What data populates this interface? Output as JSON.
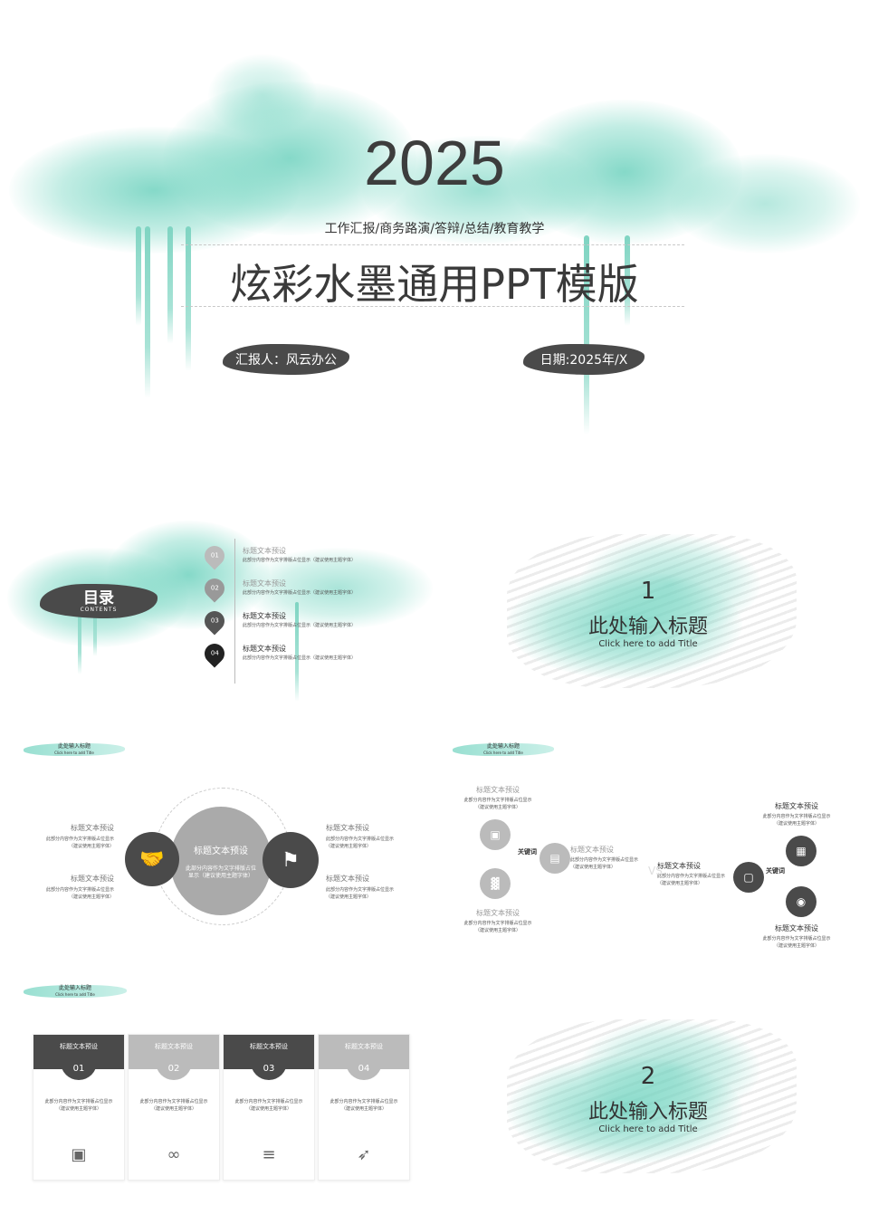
{
  "cover": {
    "year": "2025",
    "subtitle": "工作汇报/商务路演/答辩/总结/教育教学",
    "title": "炫彩水墨通用PPT模版",
    "reporter": "汇报人：风云办公",
    "date": "日期:2025年/X"
  },
  "toc": {
    "title": "目录",
    "title_en": "CONTENTS",
    "items": [
      {
        "num": "01",
        "title": "标题文本预设",
        "desc": "此部分内容作为文字排版占位显示（建议使用主题字体）"
      },
      {
        "num": "02",
        "title": "标题文本预设",
        "desc": "此部分内容作为文字排版占位显示（建议使用主题字体）"
      },
      {
        "num": "03",
        "title": "标题文本预设",
        "desc": "此部分内容作为文字排版占位显示（建议使用主题字体）"
      },
      {
        "num": "04",
        "title": "标题文本预设",
        "desc": "此部分内容作为文字排版占位显示（建议使用主题字体）"
      }
    ]
  },
  "section1": {
    "num": "1",
    "title": "此处输入标题",
    "sub": "Click here to add Title"
  },
  "section2": {
    "num": "2",
    "title": "此处输入标题",
    "sub": "Click here to add Title"
  },
  "tag": {
    "cn": "此处输入标题",
    "en": "Click here to add Title"
  },
  "slide_circle": {
    "center_title": "标题文本预设",
    "center_desc": "此部分内容作为文字排版占位显示（建议使用主题字体）",
    "items": [
      {
        "title": "标题文本预设",
        "desc1": "此部分内容作为文字排版占位显示",
        "desc2": "（建议使用主题字体）"
      },
      {
        "title": "标题文本预设",
        "desc1": "此部分内容作为文字排版占位显示",
        "desc2": "（建议使用主题字体）"
      },
      {
        "title": "标题文本预设",
        "desc1": "此部分内容作为文字排版占位显示",
        "desc2": "（建议使用主题字体）"
      },
      {
        "title": "标题文本预设",
        "desc1": "此部分内容作为文字排版占位显示",
        "desc2": "（建议使用主题字体）"
      }
    ]
  },
  "slide_vs": {
    "keyword": "关键词",
    "vs": "VS",
    "item_title": "标题文本预设",
    "desc1": "此部分内容作为文字排版占位显示",
    "desc2": "（建议使用主题字体）"
  },
  "slide_cards": {
    "cards": [
      {
        "title": "标题文本预设",
        "num": "01",
        "desc1": "此部分内容作为文字排版占位显示",
        "desc2": "（建议使用主题字体）",
        "icon": "presentation-icon",
        "dark": true
      },
      {
        "title": "标题文本预设",
        "num": "02",
        "desc1": "此部分内容作为文字排版占位显示",
        "desc2": "（建议使用主题字体）",
        "icon": "binoculars-icon",
        "dark": false
      },
      {
        "title": "标题文本预设",
        "num": "03",
        "desc1": "此部分内容作为文字排版占位显示",
        "desc2": "（建议使用主题字体）",
        "icon": "layers-icon",
        "dark": true
      },
      {
        "title": "标题文本预设",
        "num": "04",
        "desc1": "此部分内容作为文字排版占位显示",
        "desc2": "（建议使用主题字体）",
        "icon": "rocket-icon",
        "dark": false
      }
    ]
  },
  "colors": {
    "accent": "#5ccbb6",
    "dark": "#4a4a4a",
    "gray": "#aaaaaa"
  }
}
